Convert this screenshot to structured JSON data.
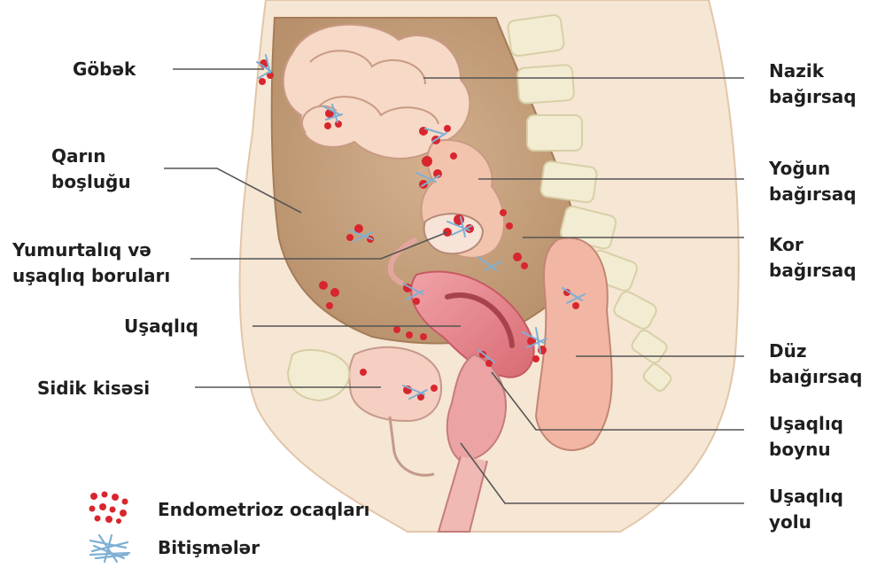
{
  "labels": {
    "gobek": "Göbək",
    "qarin_boslugu": "Qarın\nboşluğu",
    "yumurtaliq": "Yumurtalıq və\nuşaqlıq boruları",
    "usaqliq": "Uşaqlıq",
    "sidik_kisesi": "Sidik kisəsi",
    "nazik_bagirsaq": "Nazik\nbağırsaq",
    "yogun_bagirsaq": "Yoğun\nbağırsaq",
    "kor_bagirsaq": "Kor\nbağırsaq",
    "duz_bagirsaq": "Düz\nbaığırsaq",
    "usaqliq_boynu": "Uşaqlıq\nboynu",
    "usaqliq_yolu": "Uşaqlıq\nyolu"
  },
  "legend": {
    "endometrioz": "Endometrioz ocaqları",
    "bitismeler": "Bitişmələr"
  },
  "colors": {
    "skin": "#f5e3cf",
    "cavity": "#c9a683",
    "lesion": "#d8262e",
    "adhesion": "#8fb8d8",
    "uterus": "#e9868e",
    "intestine": "#f4d4c2",
    "spine": "#f1ecd0"
  },
  "icons": [
    "endometriosis-lesion-icon",
    "adhesion-icon"
  ]
}
